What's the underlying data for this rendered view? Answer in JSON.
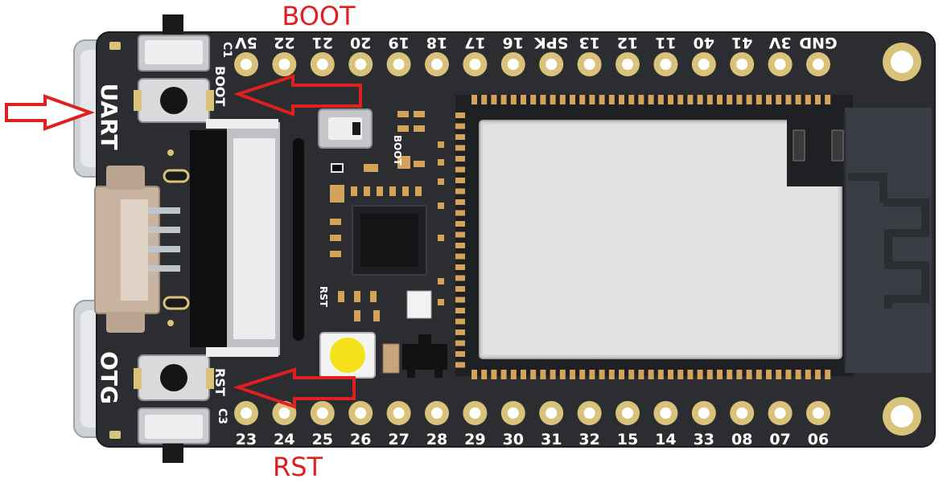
{
  "callouts": {
    "boot": "BOOT",
    "rst": "RST"
  },
  "colors": {
    "annotation": "#e02020",
    "board": "#2b2d31",
    "silkscreen": "#ffffff",
    "pad_gold": "#d9c27a",
    "module_shield": "#d2d2d2",
    "antenna": "#3a3e44"
  },
  "board": {
    "top_pins": [
      "5V",
      "22",
      "21",
      "20",
      "19",
      "18",
      "17",
      "16",
      "SPK",
      "13",
      "12",
      "11",
      "40",
      "41",
      "3V",
      "GND"
    ],
    "bottom_pins": [
      "23",
      "24",
      "25",
      "26",
      "27",
      "28",
      "29",
      "30",
      "31",
      "32",
      "15",
      "14",
      "33",
      "08",
      "07",
      "06"
    ],
    "port_labels": {
      "uart": "UART",
      "otg": "OTG"
    },
    "silk_labels": {
      "boot_top": "BOOT",
      "rst_left": "RST",
      "boot_small": "BOOT",
      "rst_small": "RST",
      "c1": "C1",
      "c3": "C3"
    }
  },
  "icons": {
    "uart_arrow": "right-arrow-outline-icon",
    "boot_arrow": "left-arrow-outline-icon",
    "rst_arrow": "left-arrow-outline-icon",
    "boot_button": "tactile-button-icon",
    "rst_button": "tactile-button-icon"
  }
}
